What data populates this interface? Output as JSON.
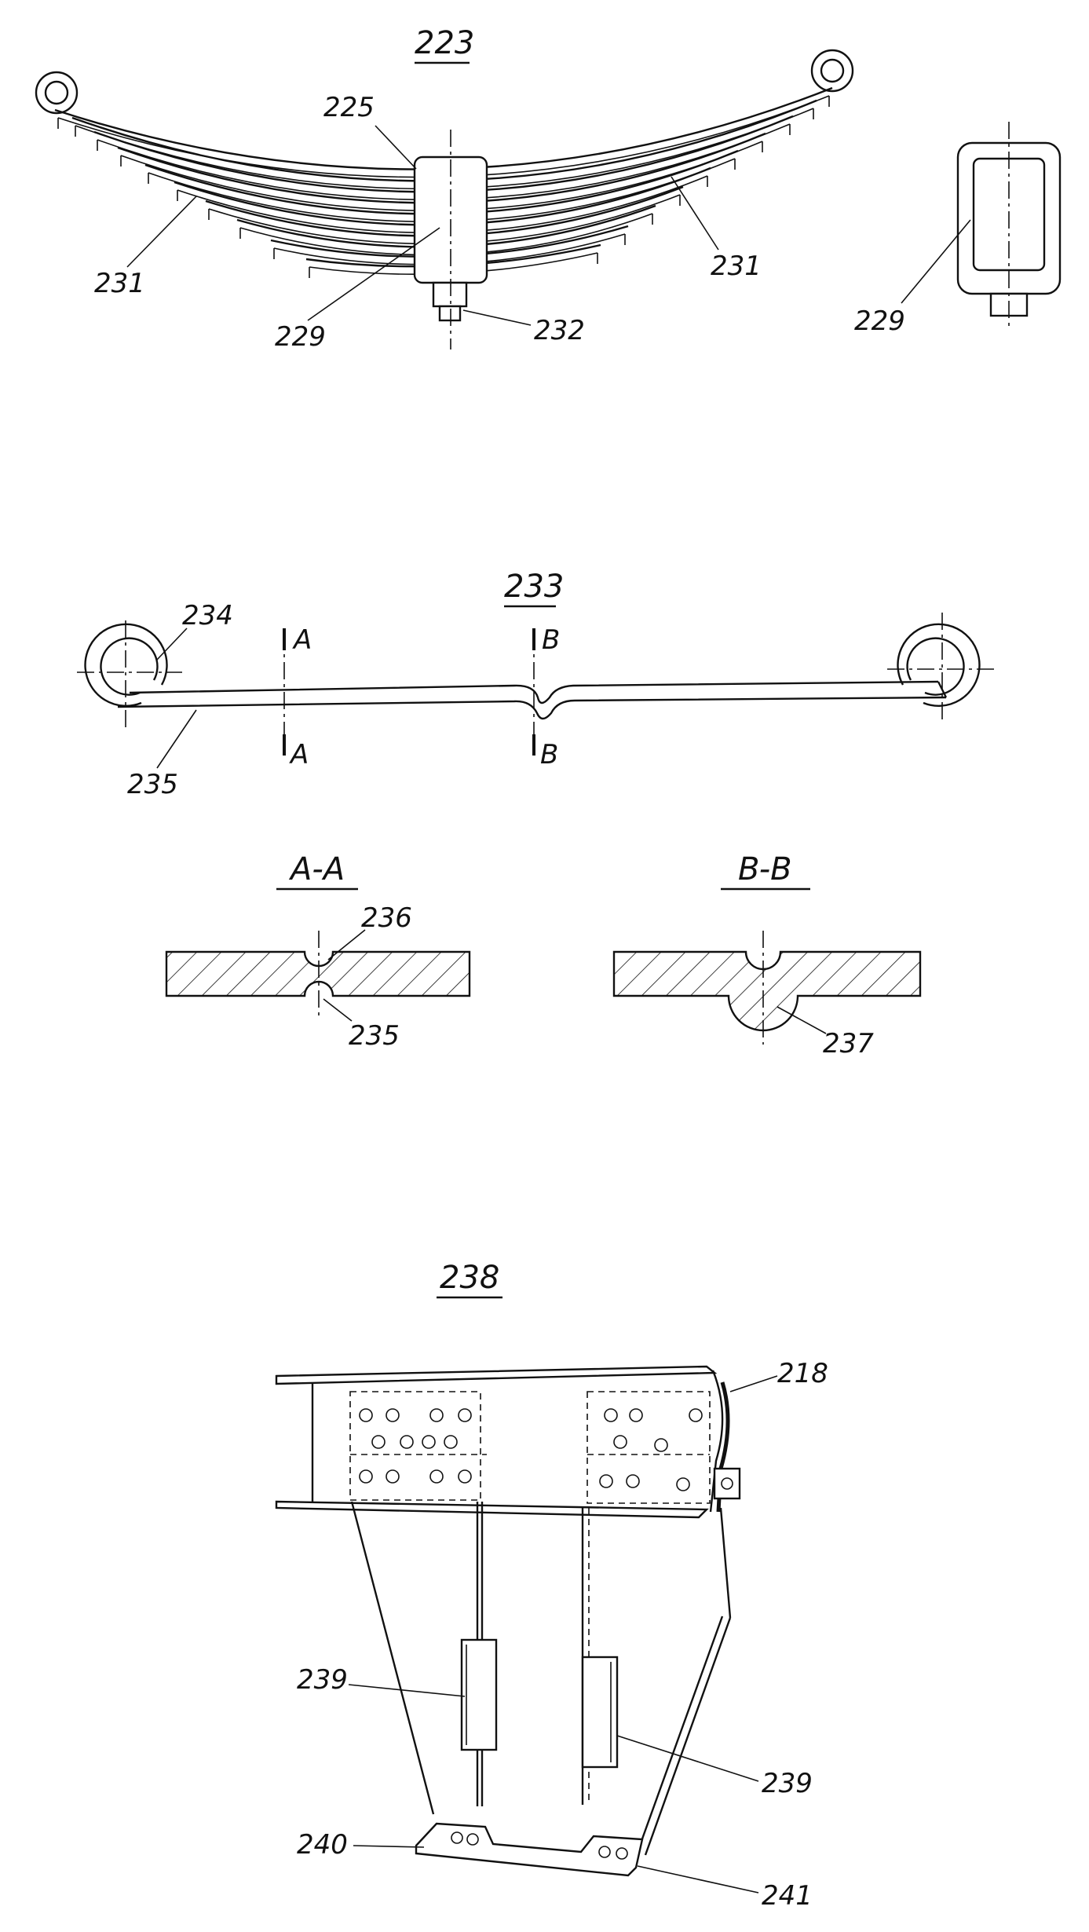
{
  "figures": {
    "leaf_spring": {
      "title": "223",
      "labels": {
        "clamp_top": "225",
        "leaf_left": "231",
        "leaf_right": "231",
        "clamp": "229",
        "bolt": "232",
        "clamp_end_view": "229"
      }
    },
    "single_leaf": {
      "title": "233",
      "labels": {
        "eye": "234",
        "leaf": "235",
        "section_a_top": "A",
        "section_a_bottom": "A",
        "section_b_top": "B",
        "section_b_bottom": "B"
      }
    },
    "section_a": {
      "title": "A-A",
      "labels": {
        "groove": "236",
        "ridge": "235"
      }
    },
    "section_b": {
      "title": "B-B",
      "labels": {
        "dowel": "237"
      }
    },
    "frame_bracket": {
      "title": "238",
      "labels": {
        "frame": "218",
        "strap_left": "239",
        "strap_right": "239",
        "base_left": "240",
        "base_right": "241"
      }
    }
  }
}
